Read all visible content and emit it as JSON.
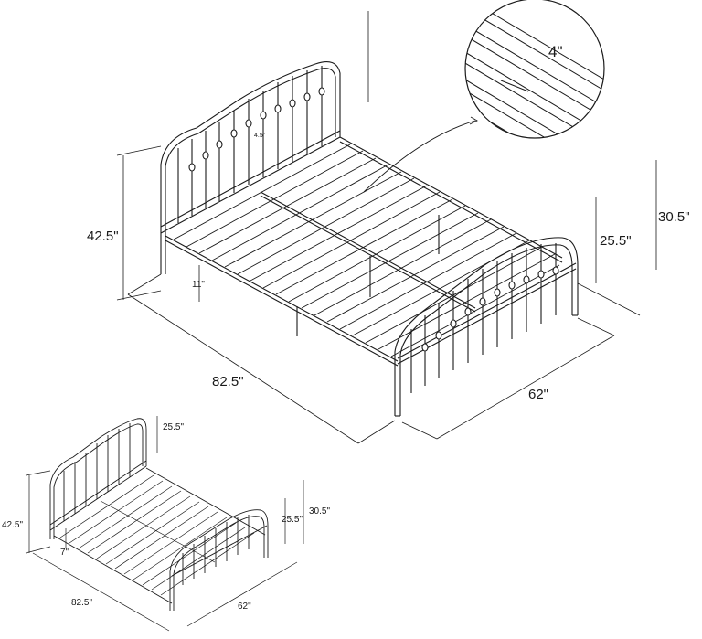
{
  "main_view": {
    "headboard_height": "42.5\"",
    "clearance": "11\"",
    "length": "82.5\"",
    "width": "62\"",
    "footboard_height": "25.5\"",
    "footboard_total": "30.5\"",
    "slat_gap_small": "4.5\"",
    "headboard_top_offset": ""
  },
  "detail_callout": {
    "slat_spacing": "4\""
  },
  "small_view": {
    "headboard_above": "25.5\"",
    "headboard_height": "42.5\"",
    "clearance": "7\"",
    "footboard_height": "25.5\"",
    "footboard_total": "30.5\"",
    "length": "82.5\"",
    "width": "62\""
  }
}
